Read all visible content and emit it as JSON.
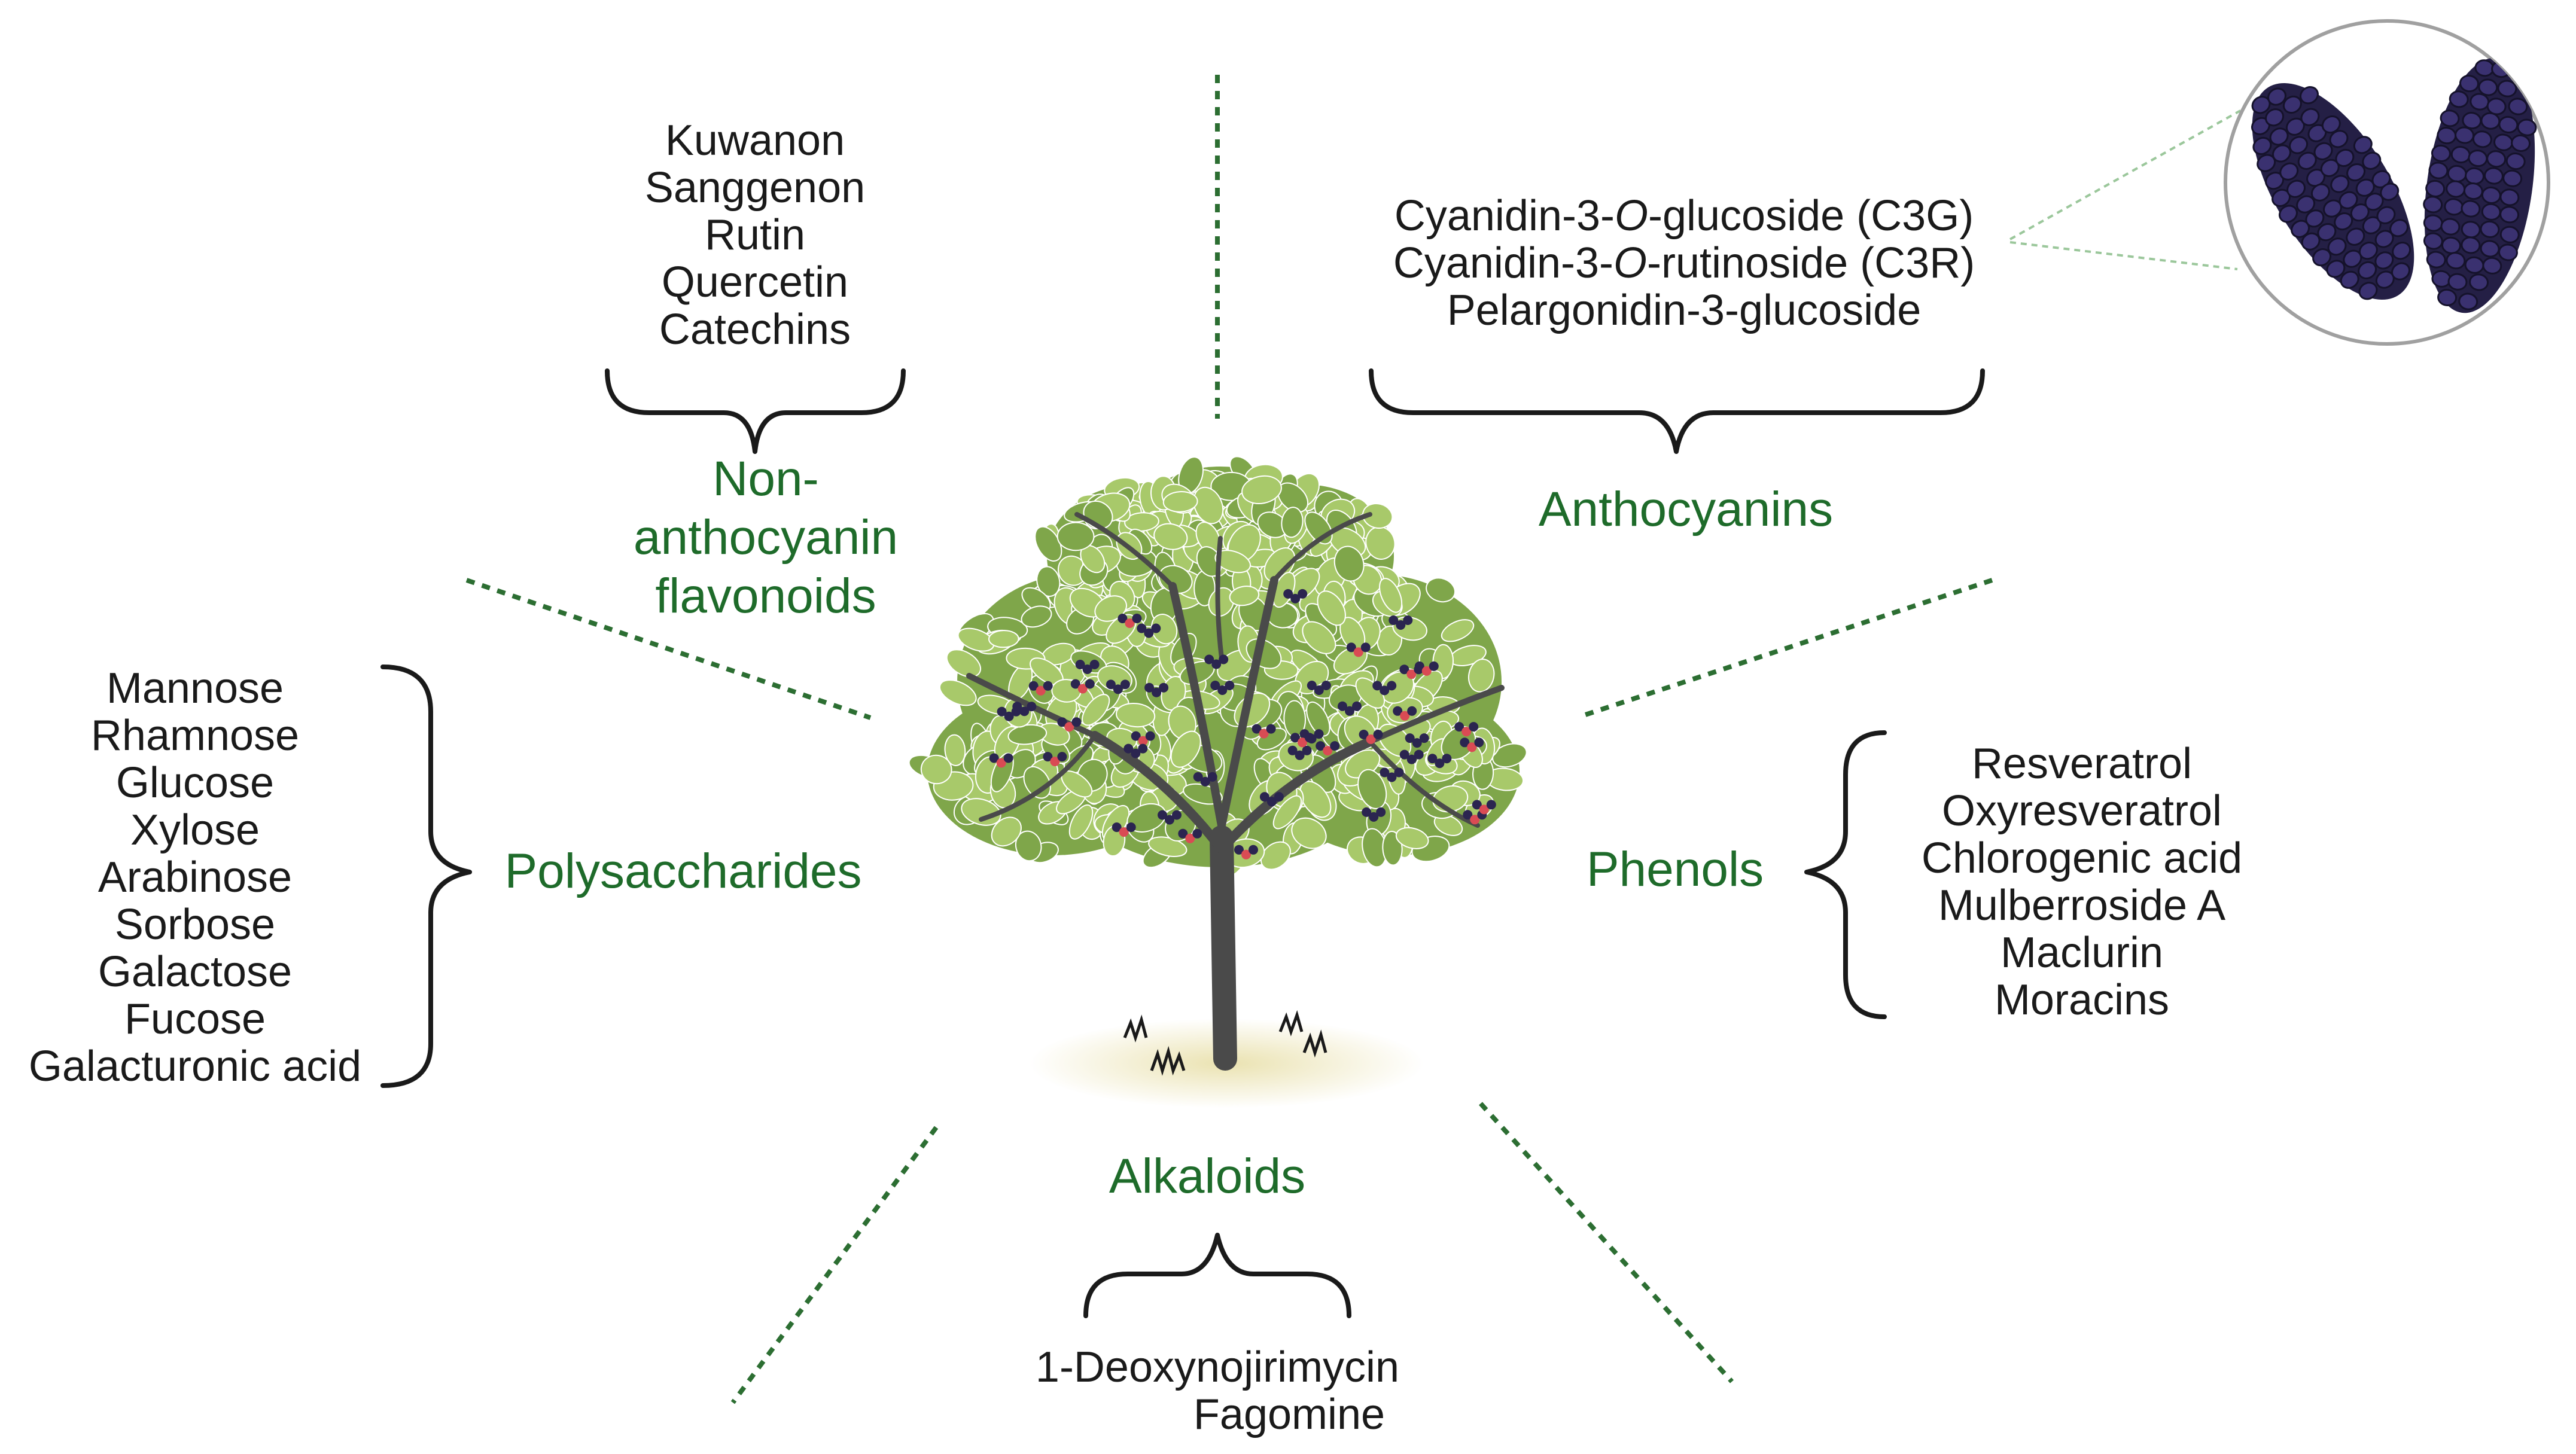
{
  "categories": {
    "non_anthocyanin": {
      "label_lines": [
        "Non-",
        "anthocyanin",
        "flavonoids"
      ],
      "items": [
        "Kuwanon",
        "Sanggenon",
        "Rutin",
        "Quercetin",
        "Catechins"
      ]
    },
    "anthocyanins": {
      "label": "Anthocyanins",
      "items": [
        {
          "pre": "Cyanidin-3-",
          "it": "O",
          "post": "-glucoside (C3G)"
        },
        {
          "pre": "Cyanidin-3-",
          "it": "O",
          "post": "-rutinoside (C3R)"
        },
        {
          "pre": "Pelargonidin-3-glucoside",
          "it": "",
          "post": ""
        }
      ]
    },
    "polysaccharides": {
      "label": "Polysaccharides",
      "items": [
        "Mannose",
        "Rhamnose",
        "Glucose",
        "Xylose",
        "Arabinose",
        "Sorbose",
        "Galactose",
        "Fucose",
        "Galacturonic acid"
      ]
    },
    "phenols": {
      "label": "Phenols",
      "items": [
        "Resveratrol",
        "Oxyresveratrol",
        "Chlorogenic acid",
        "Mulberroside  A",
        "Maclurin",
        "Moracins"
      ]
    },
    "alkaloids": {
      "label": "Alkaloids",
      "items": [
        "1-Deoxynojirimycin",
        "Fagomine"
      ]
    }
  },
  "colors": {
    "category_text": "#1e6b2a",
    "item_text": "#1a1a1a",
    "divider": "#2c6e32",
    "bracket": "#1a1a1a",
    "leaf_light": "#a8c96a",
    "leaf_dark": "#7fa64a",
    "trunk": "#3f3f3f",
    "berry": "#2b2550",
    "berry_red": "#d94b54",
    "zoom_circle": "#a0a0a0"
  },
  "icons": [
    "mulberry-tree-icon",
    "mulberry-fruit-icon"
  ]
}
